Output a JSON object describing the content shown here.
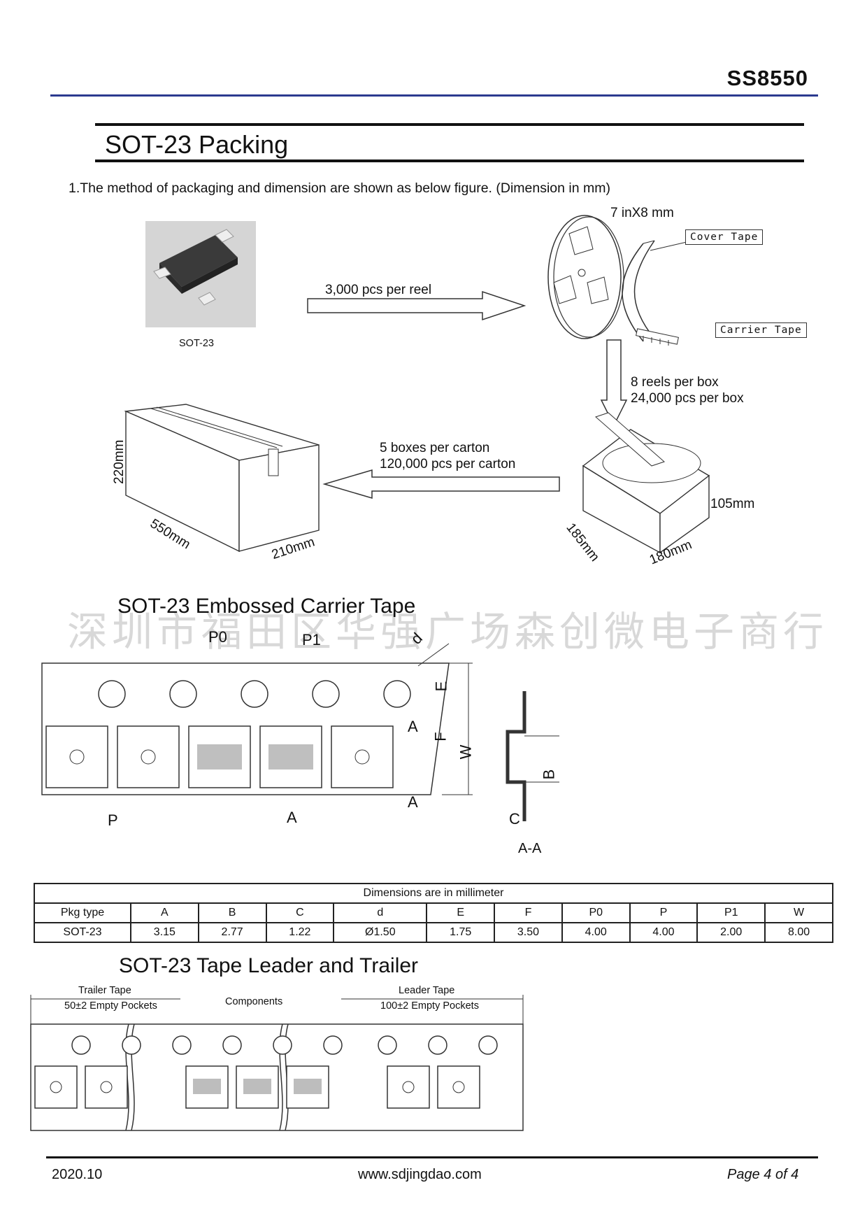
{
  "header": {
    "part_number": "SS8550"
  },
  "section": {
    "title": "SOT-23 Packing"
  },
  "intro": "1.The method of packaging and dimension are shown as below figure. (Dimension in mm)",
  "packing": {
    "component_label": "SOT-23",
    "reel_arrow": "3,000 pcs per reel",
    "reel_size": "7 inX8 mm",
    "cover_tape": "Cover Tape",
    "carrier_tape": "Carrier Tape",
    "box_line1": "8 reels per box",
    "box_line2": "24,000 pcs per box",
    "carton_line1": "5 boxes per carton",
    "carton_line2": "120,000 pcs per carton",
    "box_dims": {
      "height": "105mm",
      "depth": "185mm",
      "width": "180mm"
    },
    "carton_dims": {
      "height": "220mm",
      "length": "550mm",
      "width": "210mm"
    }
  },
  "watermark": "深圳市福田区华强广场森创微电子商行",
  "carrier": {
    "title": "SOT-23 Embossed Carrier Tape",
    "labels": {
      "P0": "P0",
      "P1": "P1",
      "d": "d",
      "E": "E",
      "F": "F",
      "W": "W",
      "P": "P",
      "A": "A",
      "B": "B",
      "C": "C",
      "sectionA": "A",
      "section": "A-A"
    }
  },
  "table": {
    "caption": "Dimensions are in millimeter",
    "headers": [
      "Pkg type",
      "A",
      "B",
      "C",
      "d",
      "E",
      "F",
      "P0",
      "P",
      "P1",
      "W"
    ],
    "row": [
      "SOT-23",
      "3.15",
      "2.77",
      "1.22",
      "Ø1.50",
      "1.75",
      "3.50",
      "4.00",
      "4.00",
      "2.00",
      "8.00"
    ]
  },
  "leader": {
    "title": "SOT-23 Tape Leader and Trailer",
    "trailer_label": "Trailer Tape",
    "trailer_pockets": "50±2 Empty Pockets",
    "components_label": "Components",
    "leader_label": "Leader Tape",
    "leader_pockets": "100±2 Empty Pockets"
  },
  "footer": {
    "date": "2020.10",
    "website": "www.sdjingdao.com",
    "page": "Page 4 of 4"
  }
}
